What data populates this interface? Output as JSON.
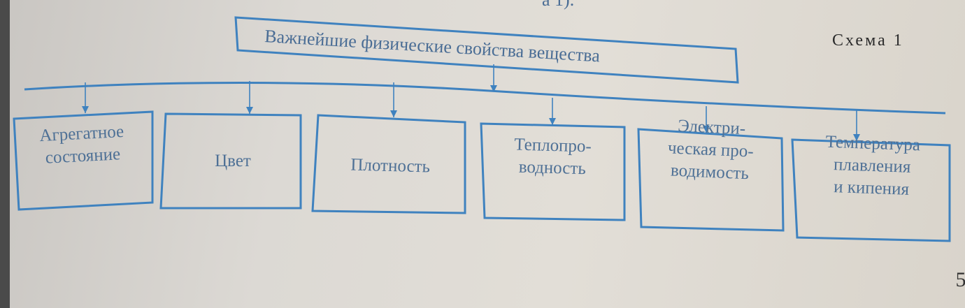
{
  "top_fragment": "а 1).",
  "scheme_label": "Схема 1",
  "root": {
    "label": "Важнейшие физические свойства вещества"
  },
  "children": [
    {
      "lines": [
        "Агрегатное",
        "состояние"
      ]
    },
    {
      "lines": [
        "Цвет"
      ]
    },
    {
      "lines": [
        "Плотность"
      ]
    },
    {
      "lines": [
        "Теплопро-",
        "водность"
      ]
    },
    {
      "lines": [
        "Электри-",
        "ческая про-",
        "водимость"
      ]
    },
    {
      "lines": [
        "Температура",
        "плавления",
        "и кипения"
      ]
    }
  ],
  "page_number": "5",
  "colors": {
    "line": "#3f82bf",
    "text": "#4f7196"
  }
}
